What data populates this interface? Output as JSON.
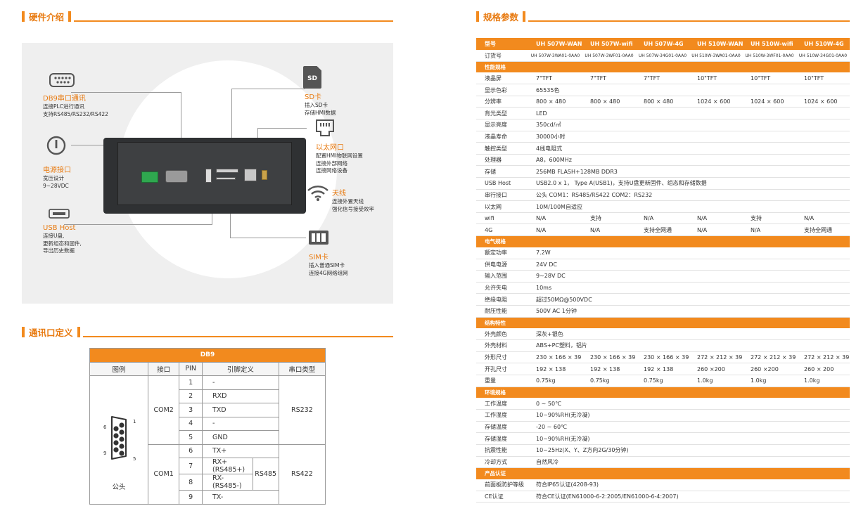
{
  "left": {
    "hw_title": "硬件介绍",
    "comm_title": "通讯口定义",
    "features": {
      "db9": {
        "title": "DB9串口通讯",
        "lines": [
          "连接PLC进行通讯",
          "支持RS485/RS232/RS422"
        ]
      },
      "power": {
        "title": "电源接口",
        "lines": [
          "宽压设计",
          "9~28VDC"
        ]
      },
      "usb": {
        "title": "USB Host",
        "lines": [
          "连接U盘,",
          "更新组态和固件,",
          "导出历史数据"
        ]
      },
      "sd": {
        "title": "SD卡",
        "lines": [
          "插入SD卡",
          "存储HMI数据"
        ],
        "icon_text": "SD"
      },
      "eth": {
        "title": "以太网口",
        "lines": [
          "配置HMI物联网设置",
          "连接外部网络",
          "连接网络设备"
        ]
      },
      "antenna": {
        "title": "天线",
        "lines": [
          "连接外置天线",
          "强化信号接受效率"
        ]
      },
      "sim": {
        "title": "SIM卡",
        "lines": [
          "插入普通SIM卡",
          "连接4G网络组网"
        ]
      }
    },
    "db9_table": {
      "title": "DB9",
      "headers": [
        "图例",
        "接口",
        "PIN",
        "引脚定义",
        "串口类型"
      ],
      "label_male": "公头",
      "pin_labels": {
        "left_top": "6",
        "right_top": "1",
        "left_bottom": "9",
        "right_bottom": "5"
      },
      "com2": "COM2",
      "com1": "COM1",
      "rs232": "RS232",
      "rs485": "RS485",
      "rs422": "RS422",
      "pins": [
        {
          "pin": "1",
          "def": "-"
        },
        {
          "pin": "2",
          "def": "RXD"
        },
        {
          "pin": "3",
          "def": "TXD"
        },
        {
          "pin": "4",
          "def": "-"
        },
        {
          "pin": "5",
          "def": "GND"
        },
        {
          "pin": "6",
          "def": "TX+"
        },
        {
          "pin": "7",
          "def": "RX+(RS485+)"
        },
        {
          "pin": "8",
          "def": "RX-(RS485-)"
        },
        {
          "pin": "9",
          "def": "TX-"
        }
      ]
    }
  },
  "right": {
    "title": "规格参数",
    "header": [
      "型号",
      "UH 507W-WAN",
      "UH 507W-wifi",
      "UH 507W-4G",
      "UH 510W-WAN",
      "UH 510W-wifi",
      "UH 510W-4G"
    ],
    "order": [
      "订货号",
      "UH 507W-3WA01-0AA0",
      "UH 507W-3WF01-0AA0",
      "UH 507W-34G01-0AA0",
      "UH 510W-3WA01-0AA0",
      "UH 510W-3WF01-0AA0",
      "UH 510W-34G01-0AA0"
    ],
    "sections": [
      {
        "name": "性能规格",
        "rows": [
          [
            "液晶屏",
            "7\"TFT",
            "7\"TFT",
            "7\"TFT",
            "10\"TFT",
            "10\"TFT",
            "10\"TFT"
          ],
          [
            "显示色彩",
            "65535色"
          ],
          [
            "分辨率",
            "800 × 480",
            "800 × 480",
            "800 × 480",
            "1024 × 600",
            "1024 × 600",
            "1024 × 600"
          ],
          [
            "背光类型",
            "LED"
          ],
          [
            "显示亮度",
            "350cd/㎡"
          ],
          [
            "液晶寿命",
            "30000小时"
          ],
          [
            "触控类型",
            "4线电阻式"
          ],
          [
            "处理器",
            "A8，600MHz"
          ],
          [
            "存储",
            "256MB FLASH+128MB DDR3"
          ],
          [
            "USB Host",
            "USB2.0 x 1， Type A(USB1)，支持U盘更新固件、组态和存储数据"
          ],
          [
            "串行接口",
            "公头      COM1：RS485/RS422  COM2：RS232"
          ],
          [
            "以太网",
            "10M/100M自适应"
          ],
          [
            "wifi",
            "N/A",
            "支持",
            "N/A",
            "N/A",
            "支持",
            "N/A"
          ],
          [
            "4G",
            "N/A",
            "N/A",
            "支持全网通",
            "N/A",
            "N/A",
            "支持全网通"
          ]
        ]
      },
      {
        "name": "电气规格",
        "rows": [
          [
            "额定功率",
            "7.2W"
          ],
          [
            "供电电源",
            "24V DC"
          ],
          [
            "输入范围",
            "9~28V DC"
          ],
          [
            "允许失电",
            "10ms"
          ],
          [
            "绝缘电阻",
            "超过50MΩ@500VDC"
          ],
          [
            "耐压性能",
            "500V AC 1分钟"
          ]
        ]
      },
      {
        "name": "结构特性",
        "rows": [
          [
            "外壳颜色",
            "深灰+银色"
          ],
          [
            "外壳材料",
            "ABS+PC塑料，铝片"
          ],
          [
            "外形尺寸",
            "230 × 166 × 39",
            "230 × 166 × 39",
            "230 × 166 × 39",
            "272 × 212 × 39",
            "272 × 212 × 39",
            "272 × 212 × 39"
          ],
          [
            "开孔尺寸",
            "192 × 138",
            "192 × 138",
            "192 × 138",
            "260 ×200",
            "260 ×200",
            "260 × 200"
          ],
          [
            "重量",
            "0.75kg",
            "0.75kg",
            "0.75kg",
            "1.0kg",
            "1.0kg",
            "1.0kg"
          ]
        ]
      },
      {
        "name": "环境规格",
        "rows": [
          [
            "工作温度",
            "0 ~ 50℃"
          ],
          [
            "工作湿度",
            "10~90%RH(无冷凝)"
          ],
          [
            "存储温度",
            "-20 ~ 60℃"
          ],
          [
            "存储湿度",
            "10~90%RH(无冷凝)"
          ],
          [
            "抗震性能",
            "10~25Hz(X、Y、Z方向2G/30分钟)"
          ],
          [
            "冷却方式",
            "自然风冷"
          ]
        ]
      },
      {
        "name": "产品认证",
        "rows": [
          [
            "前面板防护等级",
            "符合IP65认证(4208-93)"
          ],
          [
            "CE认证",
            "符合CE认证(EN61000-6-2:2005/EN61000-6-4:2007)"
          ]
        ]
      }
    ]
  },
  "colors": {
    "accent": "#f28a1e",
    "panel_bg": "#efefef",
    "device": "#2f3133"
  }
}
